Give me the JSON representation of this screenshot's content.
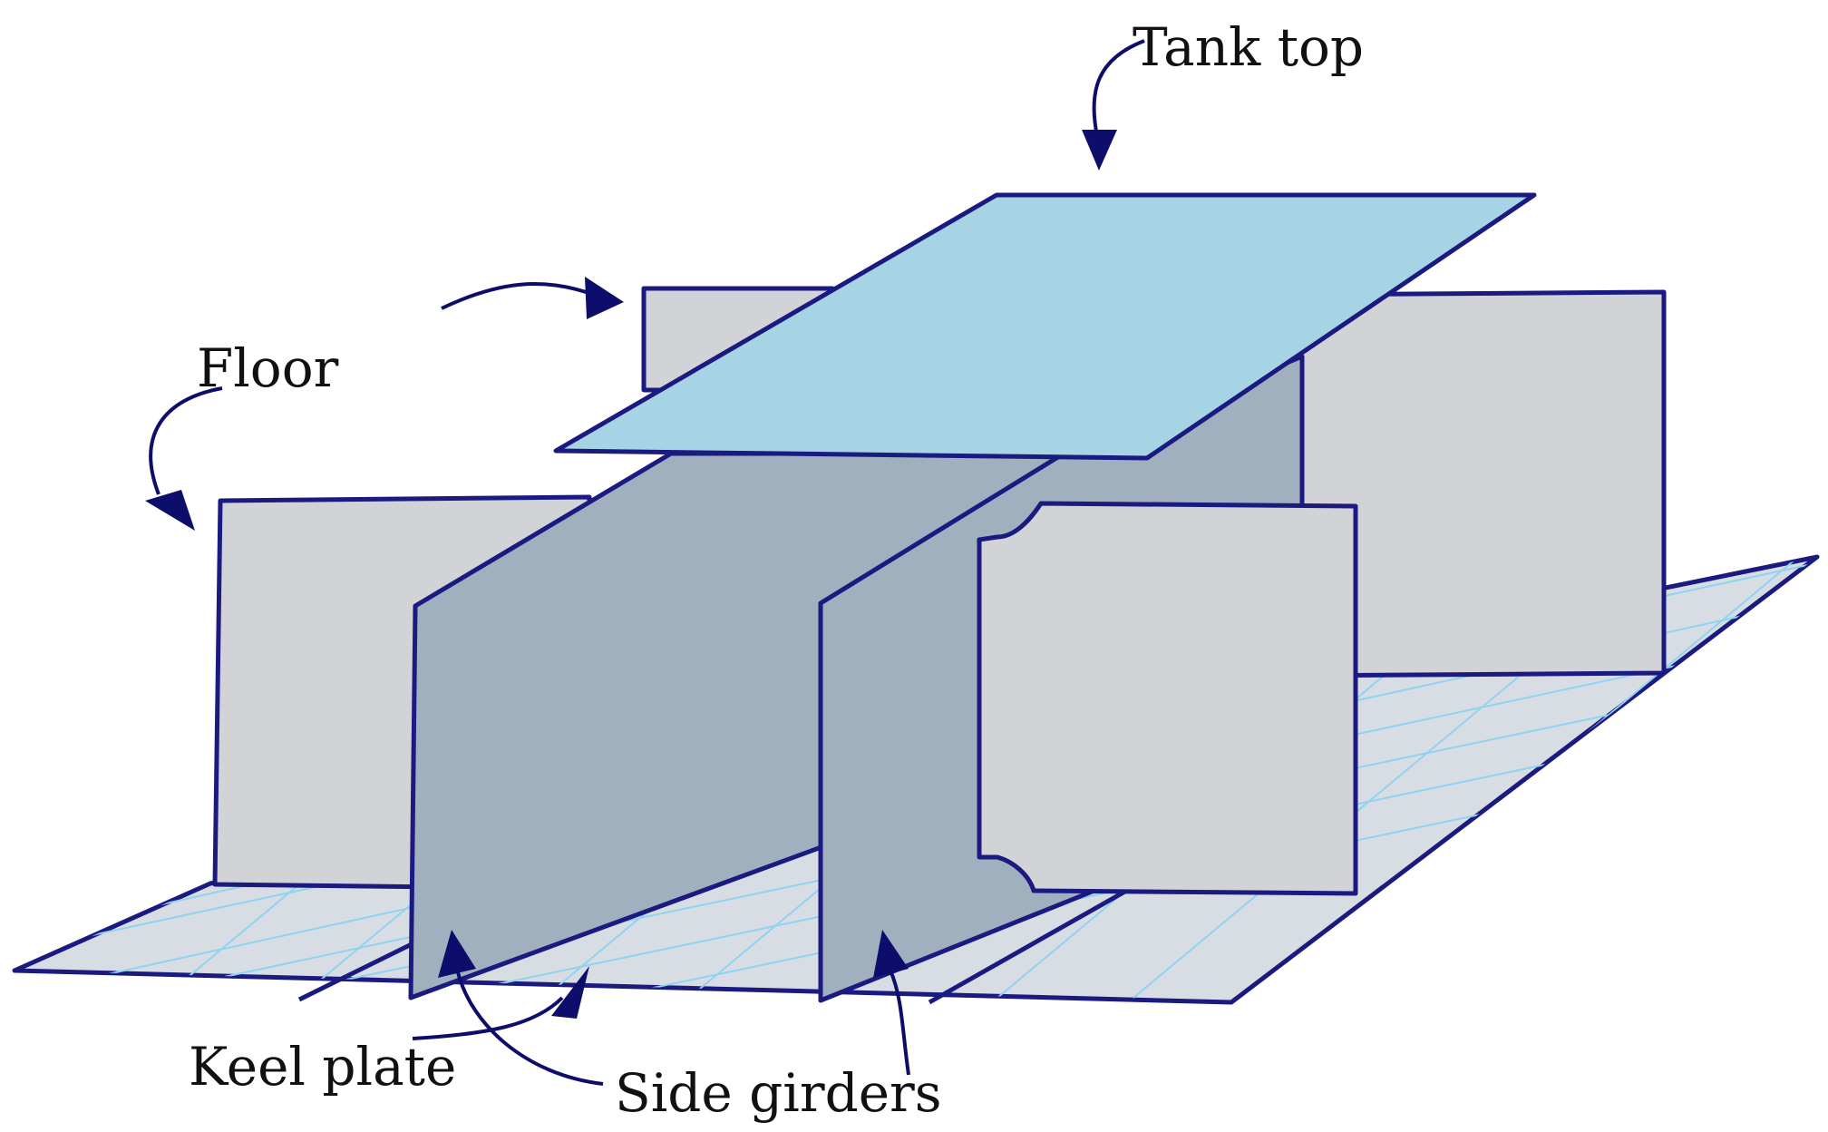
{
  "labels": {
    "tank_top": "Tank top",
    "floor": "Floor",
    "keel_plate": "Keel plate",
    "side_girders": "Side girders"
  },
  "colors": {
    "outline": "#1a1a80",
    "tank_top_fill": "#a7d4e4",
    "floor_fill": "#d1d3d6",
    "girder_fill": "#a0b0bf",
    "bottom_plating_fill": "#d8dde3",
    "grid": "#8fd3f2",
    "arrow": "#0d0d6b"
  }
}
